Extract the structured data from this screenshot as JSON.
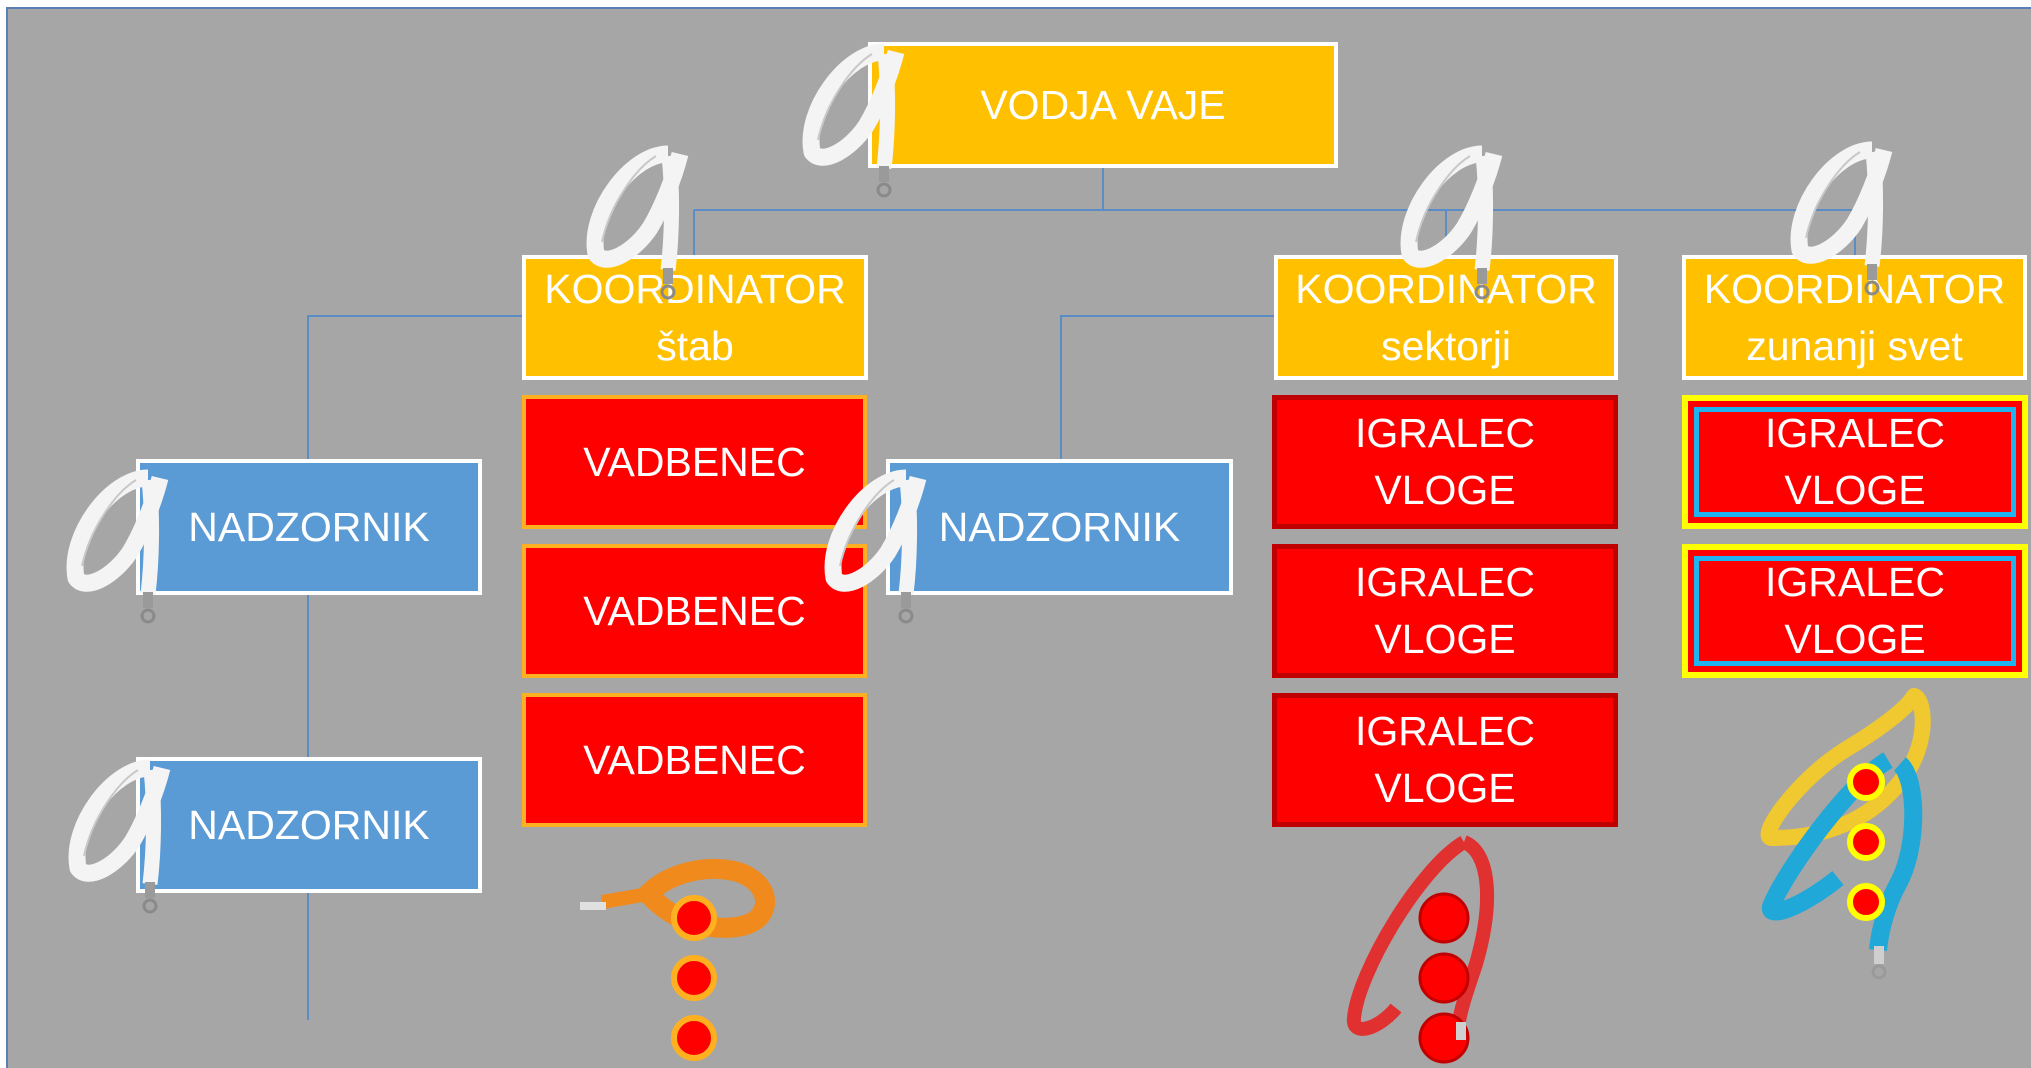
{
  "diagram": {
    "root": {
      "label": "VODJA VAJE"
    },
    "coordinators": [
      {
        "line1": "KOORDINATOR",
        "line2": "štab"
      },
      {
        "line1": "KOORDINATOR",
        "line2": "sektorji"
      },
      {
        "line1": "KOORDINATOR",
        "line2": "zunanji svet"
      }
    ],
    "supervisors": [
      {
        "label": "NADZORNIK"
      },
      {
        "label": "NADZORNIK"
      },
      {
        "label": "NADZORNIK"
      }
    ],
    "trainees": [
      {
        "label": "VADBENEC"
      },
      {
        "label": "VADBENEC"
      },
      {
        "label": "VADBENEC"
      }
    ],
    "role_players_sectors": [
      {
        "line1": "IGRALEC",
        "line2": "VLOGE"
      },
      {
        "line1": "IGRALEC",
        "line2": "VLOGE"
      },
      {
        "line1": "IGRALEC",
        "line2": "VLOGE"
      }
    ],
    "role_players_outside": [
      {
        "line1": "IGRALEC",
        "line2": "VLOGE"
      },
      {
        "line1": "IGRALEC",
        "line2": "VLOGE"
      }
    ],
    "lanyard_colors": {
      "leaders": "#f2f2f2",
      "trainees": "#f08a1c",
      "sectors": "#e03030",
      "outside_yellow": "#f0c830",
      "outside_blue": "#1fa8d8"
    },
    "colors": {
      "background": "#a6a6a6",
      "coordinator": "#ffc000",
      "supervisor": "#5b9bd5",
      "player": "#ff0000"
    }
  }
}
